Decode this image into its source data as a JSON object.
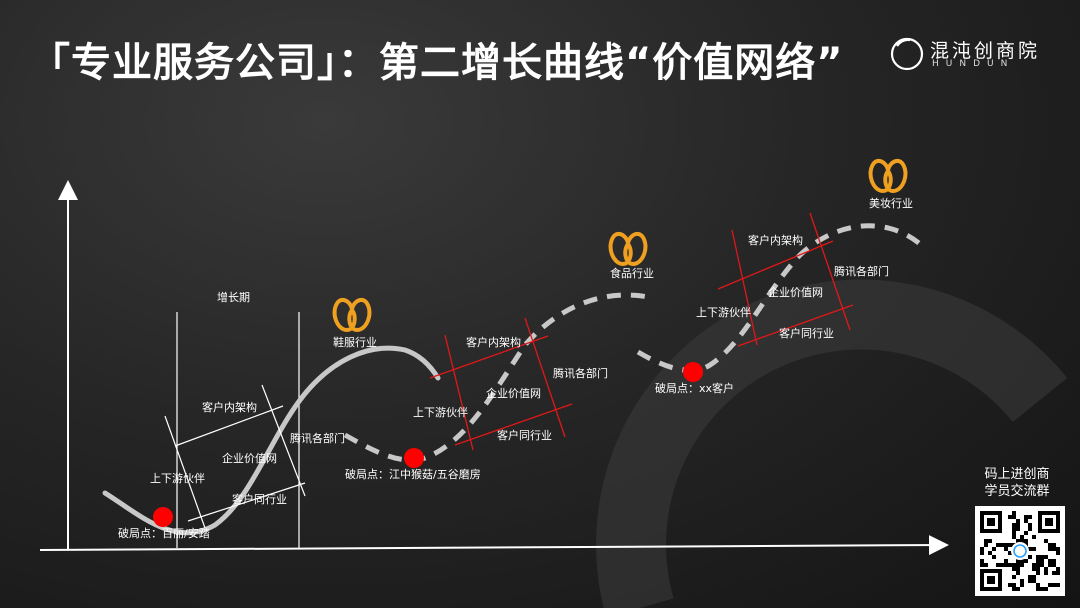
{
  "slide": {
    "title": "「专业服务公司」：第二增长曲线“价值网络”"
  },
  "logo": {
    "name_cn": "混沌创商院",
    "name_en": "HUNDUN",
    "icon": "hundun-circle-logo-icon"
  },
  "qr": {
    "caption_line1": "码上进创商",
    "caption_line2": "学员交流群",
    "icon": "qr-code-icon"
  },
  "diagram": {
    "growth_period_label": "增长期",
    "network_labels": {
      "internal": "客户内架构",
      "supply_chain": "上下游伙伴",
      "enterprise_value": "企业价值网",
      "tencent": "腾讯各部门",
      "peers": "客户同行业"
    },
    "stages": [
      {
        "industry": "鞋服行业",
        "breakthrough": "破局点：百丽/安踏"
      },
      {
        "industry": "食品行业",
        "breakthrough": "破局点：江中猴菇/五谷磨房"
      },
      {
        "industry": "美妆行业",
        "breakthrough": "破局点：xx客户"
      }
    ],
    "colors": {
      "curve": "#c8c8c8",
      "breakpoint": "#ff0000",
      "industry_icon": "#f0a020",
      "network_lines_stage1": "#ffffff",
      "network_lines_other": "#e01818"
    }
  }
}
